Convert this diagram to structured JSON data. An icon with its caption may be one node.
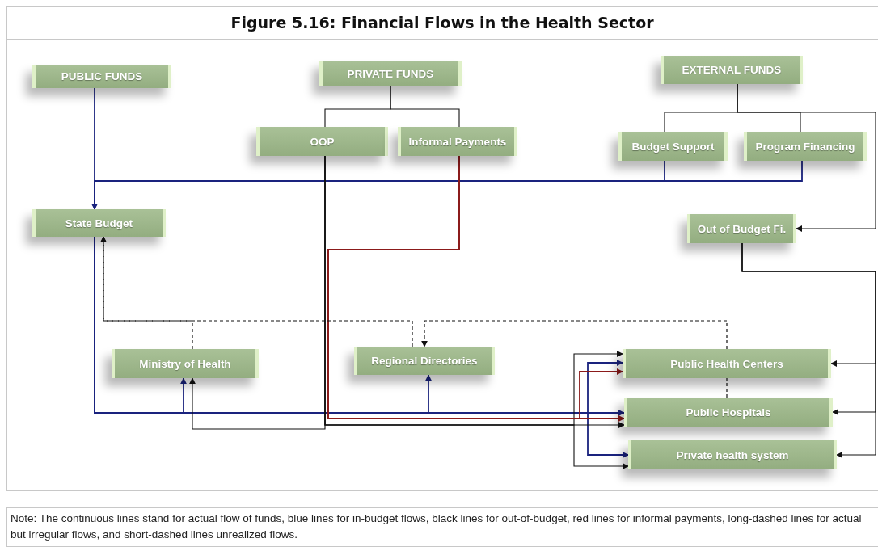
{
  "diagram": {
    "title": "Figure 5.16: Financial Flows in the Health Sector",
    "nodes": [
      {
        "text": [
          "PUBLIC FUNDS"
        ]
      },
      {
        "text": [
          "PRIVATE FUNDS"
        ]
      },
      {
        "text": [
          "EXTERNAL FUNDS"
        ]
      },
      {
        "text": [
          "OOP"
        ]
      },
      {
        "text": [
          "Informal Payments"
        ]
      },
      {
        "text": [
          "Budget Support"
        ]
      },
      {
        "text": [
          "Program Financing"
        ]
      },
      {
        "text": [
          "State Budget"
        ]
      },
      {
        "text": [
          "Out of Budget Fi."
        ]
      },
      {
        "text": [
          "Ministry of Health"
        ]
      },
      {
        "text": [
          "Regional Directories"
        ]
      },
      {
        "text": [
          "Public Health Centers"
        ]
      },
      {
        "text": [
          "Public Hospitals"
        ]
      },
      {
        "text": [
          "Private health system"
        ]
      }
    ],
    "edges": [
      {
        "from": 0,
        "to": 7,
        "arrow": "none",
        "color": "#1a237e"
      },
      {
        "from": 1,
        "to": 3,
        "arrow": "none"
      },
      {
        "from": 1,
        "to": 4,
        "arrow": "none"
      },
      {
        "from": 2,
        "to": 5,
        "arrow": "none"
      },
      {
        "from": 2,
        "to": 6,
        "arrow": "none"
      },
      {
        "from": 2,
        "to": 8,
        "arrow": "to"
      },
      {
        "from": 5,
        "to": 7,
        "arrow": "to",
        "color": "#1a237e"
      },
      {
        "from": 6,
        "to": 7,
        "arrow": "to",
        "color": "#1a237e"
      },
      {
        "from": 7,
        "to": 9,
        "arrow": "to",
        "color": "#1a237e"
      },
      {
        "from": 7,
        "to": 10,
        "arrow": "to",
        "color": "#1a237e"
      },
      {
        "from": 7,
        "to": 11,
        "arrow": "to",
        "color": "#1a237e"
      },
      {
        "from": 7,
        "to": 12,
        "arrow": "to",
        "color": "#1a237e"
      },
      {
        "from": 7,
        "to": 13,
        "arrow": "to",
        "color": "#1a237e"
      },
      {
        "from": 3,
        "to": 9,
        "arrow": "to"
      },
      {
        "from": 3,
        "to": 12,
        "arrow": "to"
      },
      {
        "from": 3,
        "to": 11,
        "arrow": "to"
      },
      {
        "from": 3,
        "to": 13,
        "arrow": "to"
      },
      {
        "from": 4,
        "to": 12,
        "arrow": "to",
        "color": "#8b1a1a"
      },
      {
        "from": 4,
        "to": 11,
        "arrow": "to",
        "color": "#8b1a1a"
      },
      {
        "from": 8,
        "to": 11,
        "arrow": "to"
      },
      {
        "from": 8,
        "to": 12,
        "arrow": "to"
      },
      {
        "from": 8,
        "to": 13,
        "arrow": "to"
      },
      {
        "from": 9,
        "to": 7,
        "arrow": "to",
        "style": "dashed"
      },
      {
        "from": 10,
        "to": 7,
        "arrow": "to",
        "style": "dashed"
      },
      {
        "from": 11,
        "to": 10,
        "arrow": "to",
        "style": "dashed"
      },
      {
        "from": 12,
        "to": 11,
        "arrow": "none",
        "style": "dashed"
      }
    ],
    "labels": [
      "Note: The continuous lines stand for actual flow of funds, blue lines for in-budget flows, black lines for out-of-budget, red lines for informal payments, long-dashed lines for actual but irregular flows, and short-dashed lines unrealized flows."
    ]
  }
}
